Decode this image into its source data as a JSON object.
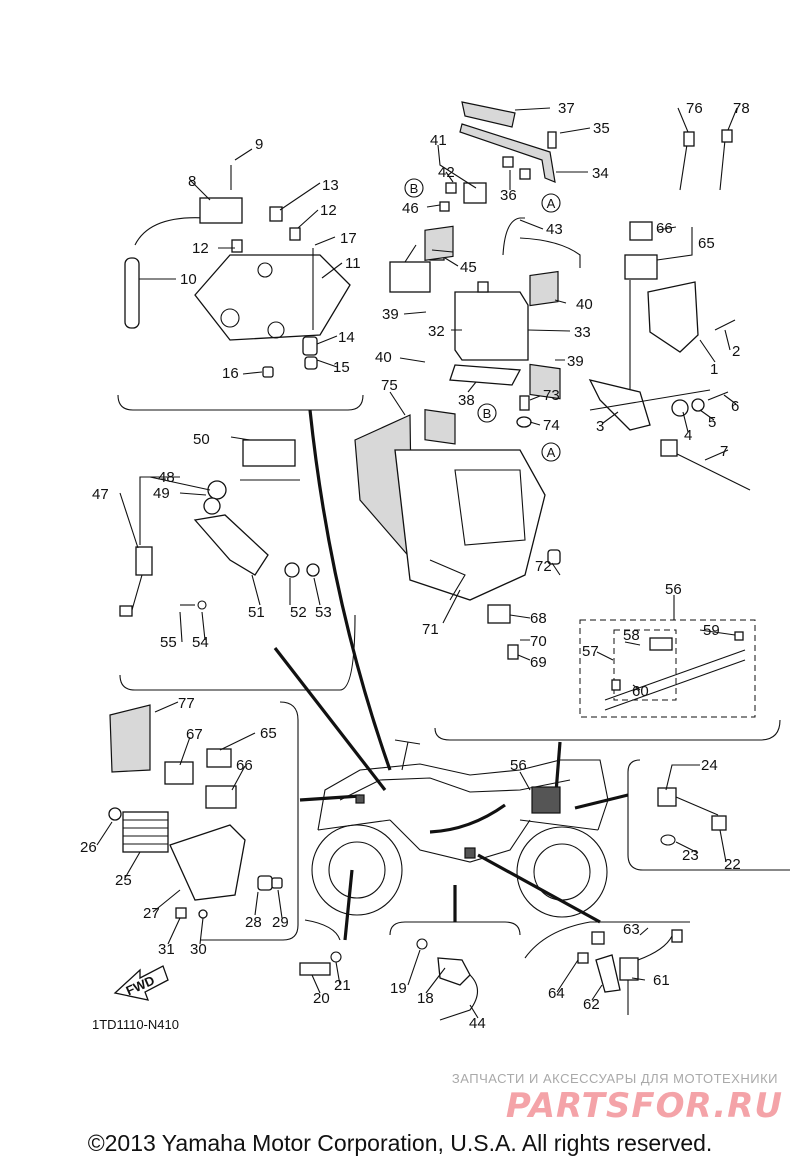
{
  "diagram": {
    "code": "1TD1110-N410",
    "fwd_label": "FWD",
    "circle_labels": {
      "a": "A",
      "b": "B"
    },
    "callouts": {
      "c1": "1",
      "c2": "2",
      "c3": "3",
      "c4": "4",
      "c5": "5",
      "c6": "6",
      "c7": "7",
      "c8": "8",
      "c9": "9",
      "c10": "10",
      "c11": "11",
      "c12a": "12",
      "c12b": "12",
      "c13": "13",
      "c14": "14",
      "c15": "15",
      "c16": "16",
      "c17": "17",
      "c19": "19",
      "c20": "20",
      "c21": "21",
      "c22": "22",
      "c23": "23",
      "c24": "24",
      "c25": "25",
      "c26": "26",
      "c27": "27",
      "c28": "28",
      "c29": "29",
      "c30": "30",
      "c31": "31",
      "c32": "32",
      "c33": "33",
      "c34": "34",
      "c35": "35",
      "c36": "36",
      "c37": "37",
      "c38": "38",
      "c39a": "39",
      "c39b": "39",
      "c40a": "40",
      "c40b": "40",
      "c41": "41",
      "c42": "42",
      "c43": "43",
      "c44": "44",
      "c45": "45",
      "c46": "46",
      "c47": "47",
      "c48": "48",
      "c49": "49",
      "c50": "50",
      "c51": "51",
      "c52": "52",
      "c53": "53",
      "c54": "54",
      "c55": "55",
      "c56a": "56",
      "c56b": "56",
      "c57": "57",
      "c58": "58",
      "c59": "59",
      "c60": "60",
      "c61": "61",
      "c62": "62",
      "c63": "63",
      "c64": "64",
      "c65a": "65",
      "c65b": "65",
      "c66a": "66",
      "c66b": "66",
      "c67": "67",
      "c68": "68",
      "c69": "69",
      "c70": "70",
      "c71": "71",
      "c72": "72",
      "c73": "73",
      "c74": "74",
      "c75": "75",
      "c76": "76",
      "c77": "77",
      "c78": "78",
      "c18": "18"
    }
  },
  "watermark": {
    "tagline": "ЗАПЧАСТИ И АКСЕССУАРЫ ДЛЯ МОТОТЕХНИКИ",
    "brand": "PARTSFOR.RU"
  },
  "footer": {
    "copyright": "©2013 Yamaha Motor Corporation, U.S.A. All rights reserved."
  }
}
